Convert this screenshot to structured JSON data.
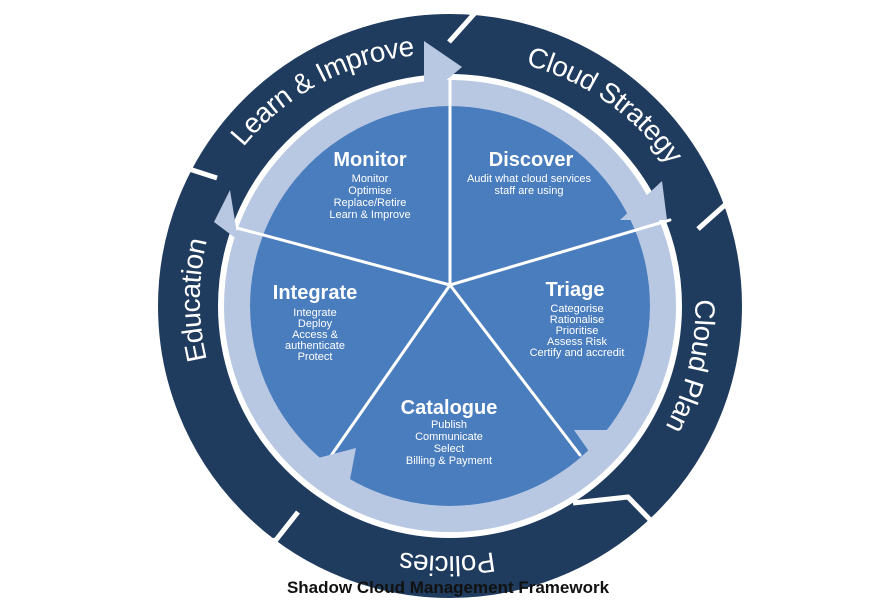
{
  "caption": "Shadow Cloud Management Framework",
  "outer_ring": [
    {
      "label": "Cloud Strategy"
    },
    {
      "label": "Cloud Plan"
    },
    {
      "label": "Policies"
    },
    {
      "label": "Education"
    },
    {
      "label": "Learn & Improve"
    }
  ],
  "segments": [
    {
      "title": "Discover",
      "items": [
        "Audit what cloud services",
        "staff are using"
      ]
    },
    {
      "title": "Triage",
      "items": [
        "Categorise",
        "Rationalise",
        "Prioritise",
        "Assess Risk",
        "Certify and accredit"
      ]
    },
    {
      "title": "Catalogue",
      "items": [
        "Publish",
        "Communicate",
        "Select",
        "Billing & Payment"
      ]
    },
    {
      "title": "Integrate",
      "items": [
        "Integrate",
        "Deploy",
        "Access &",
        "authenticate",
        "Protect"
      ]
    },
    {
      "title": "Monitor",
      "items": [
        "Monitor",
        "Optimise",
        "Replace/Retire",
        "Learn & Improve"
      ]
    }
  ],
  "colors": {
    "outer_ring": "#1f3b5e",
    "ring_seam": "#ffffff",
    "inner_arrow": "#b8c8e2",
    "pie": "#4a7dbd",
    "pie_lines": "#ffffff",
    "text": "#ffffff",
    "caption": "#111111"
  }
}
